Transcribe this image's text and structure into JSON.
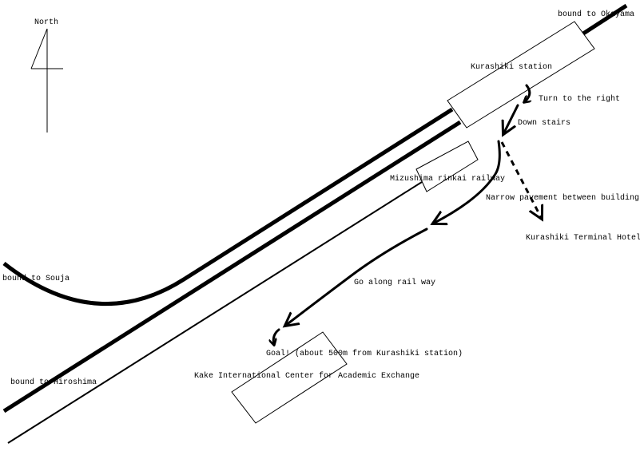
{
  "map": {
    "compass": {
      "label": "North"
    },
    "labels": {
      "okayama": "bound to Okayama",
      "station": "Kurashiki station",
      "turn_right": "Turn to the right",
      "down_stairs": "Down stairs",
      "mizushima": "Mizushima rinkai railway",
      "narrow": "Narrow pavement between building",
      "hotel": "Kurashiki Terminal Hotel",
      "souja": "bound to Souja",
      "go_along": "Go along rail way",
      "goal": "Goal! (about 500m from Kurashiki station)",
      "kake": "Kake International Center for Academic Exchange",
      "hiroshima": "bound to Hiroshima"
    },
    "colors": {
      "ink": "#000000",
      "background": "#ffffff"
    }
  }
}
